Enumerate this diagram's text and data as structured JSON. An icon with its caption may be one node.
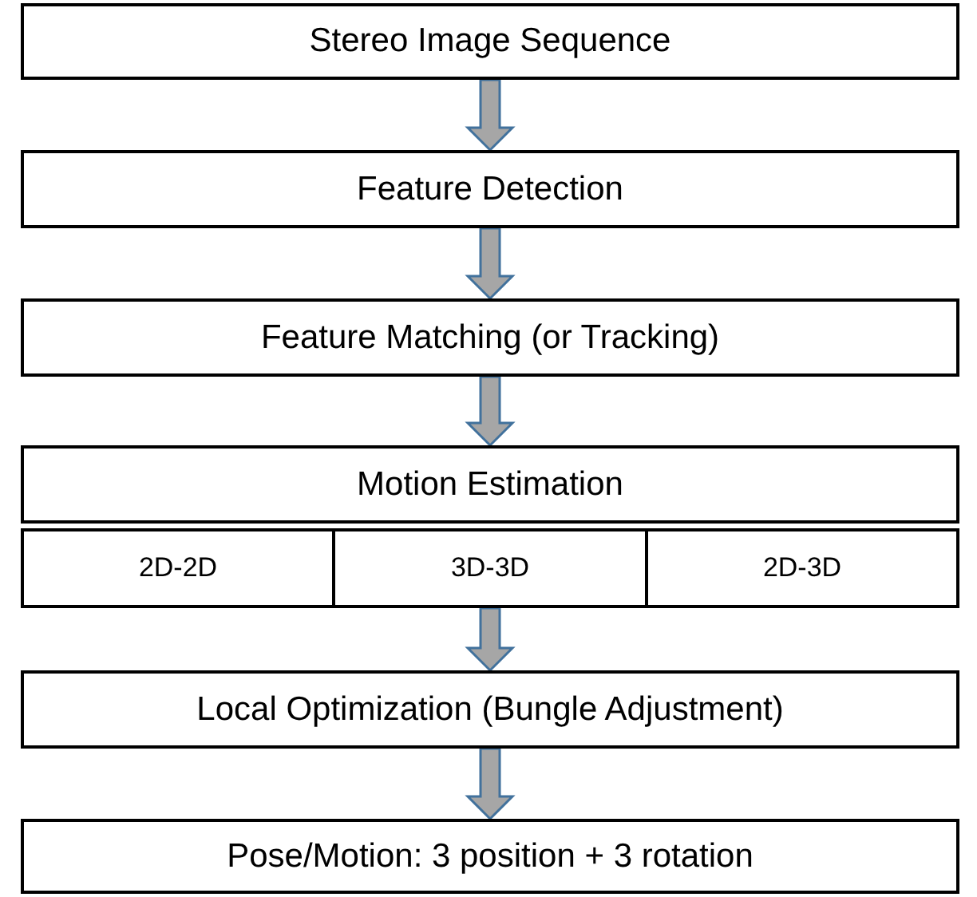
{
  "diagram": {
    "nodes": [
      {
        "text": [
          "Stereo Image Sequence"
        ]
      },
      {
        "text": [
          "Feature Detection"
        ]
      },
      {
        "text": [
          "Feature Matching (or Tracking)"
        ]
      },
      {
        "text": [
          "Motion Estimation"
        ]
      },
      {
        "text": [
          "2D-2D"
        ]
      },
      {
        "text": [
          "3D-3D"
        ]
      },
      {
        "text": [
          "2D-3D"
        ]
      },
      {
        "text": [
          "Local Optimization (Bungle Adjustment)"
        ]
      },
      {
        "text": [
          "Pose/Motion: 3 position + 3 rotation"
        ]
      }
    ],
    "edges": [
      {
        "from": 0,
        "to": 1,
        "arrow": "to"
      },
      {
        "from": 1,
        "to": 2,
        "arrow": "to"
      },
      {
        "from": 2,
        "to": 3,
        "arrow": "to"
      },
      {
        "from": 5,
        "to": 7,
        "arrow": "to"
      },
      {
        "from": 7,
        "to": 8,
        "arrow": "to"
      }
    ]
  }
}
